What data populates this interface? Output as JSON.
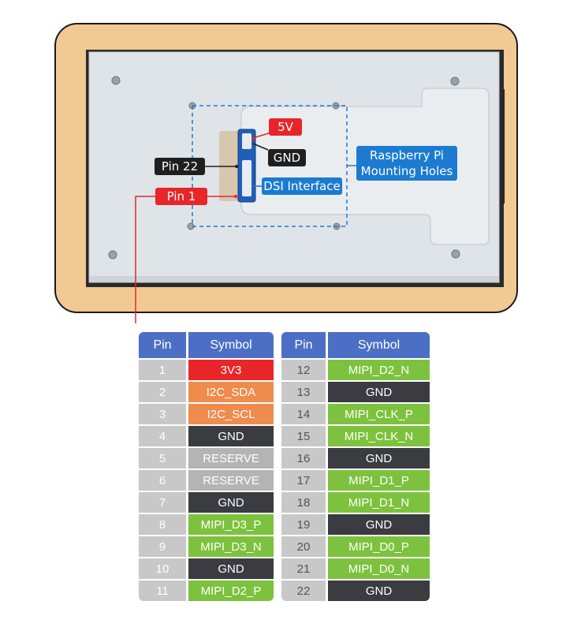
{
  "labels": {
    "v5": "5V",
    "gnd": "GND",
    "pin22": "Pin 22",
    "pin1": "Pin 1",
    "dsi": "DSI Interface",
    "rpi_line1": "Raspberry Pi",
    "rpi_line2": "Mounting Holes"
  },
  "colors": {
    "header": "#4b6fc4",
    "power": "#e8262a",
    "i2c": "#ef8b4c",
    "gnd": "#3a3c42",
    "reserve": "#b4b4b4",
    "mipi": "#7dc23e",
    "pin_cell": "#c8c8c8",
    "label_red": "#e8262a",
    "label_dark": "#1f1f1f",
    "label_blue": "#1c7bd1"
  },
  "tables": {
    "left": {
      "header_pin": "Pin",
      "header_symbol": "Symbol",
      "rows": [
        {
          "pin": "1",
          "symbol": "3V3",
          "type": "power"
        },
        {
          "pin": "2",
          "symbol": "I2C_SDA",
          "type": "i2c"
        },
        {
          "pin": "3",
          "symbol": "I2C_SCL",
          "type": "i2c"
        },
        {
          "pin": "4",
          "symbol": "GND",
          "type": "gnd"
        },
        {
          "pin": "5",
          "symbol": "RESERVE",
          "type": "reserve"
        },
        {
          "pin": "6",
          "symbol": "RESERVE",
          "type": "reserve"
        },
        {
          "pin": "7",
          "symbol": "GND",
          "type": "gnd"
        },
        {
          "pin": "8",
          "symbol": "MIPI_D3_P",
          "type": "mipi"
        },
        {
          "pin": "9",
          "symbol": "MIPI_D3_N",
          "type": "mipi"
        },
        {
          "pin": "10",
          "symbol": "GND",
          "type": "gnd"
        },
        {
          "pin": "11",
          "symbol": "MIPI_D2_P",
          "type": "mipi"
        }
      ]
    },
    "right": {
      "header_pin": "Pin",
      "header_symbol": "Symbol",
      "rows": [
        {
          "pin": "12",
          "symbol": "MIPI_D2_N",
          "type": "mipi"
        },
        {
          "pin": "13",
          "symbol": "GND",
          "type": "gnd"
        },
        {
          "pin": "14",
          "symbol": "MIPI_CLK_P",
          "type": "mipi"
        },
        {
          "pin": "15",
          "symbol": "MIPI_CLK_N",
          "type": "mipi"
        },
        {
          "pin": "16",
          "symbol": "GND",
          "type": "gnd"
        },
        {
          "pin": "17",
          "symbol": "MIPI_D1_P",
          "type": "mipi"
        },
        {
          "pin": "18",
          "symbol": "MIPI_D1_N",
          "type": "mipi"
        },
        {
          "pin": "19",
          "symbol": "GND",
          "type": "gnd"
        },
        {
          "pin": "20",
          "symbol": "MIPI_D0_P",
          "type": "mipi"
        },
        {
          "pin": "21",
          "symbol": "MIPI_D0_N",
          "type": "mipi"
        },
        {
          "pin": "22",
          "symbol": "GND",
          "type": "gnd"
        }
      ]
    }
  }
}
